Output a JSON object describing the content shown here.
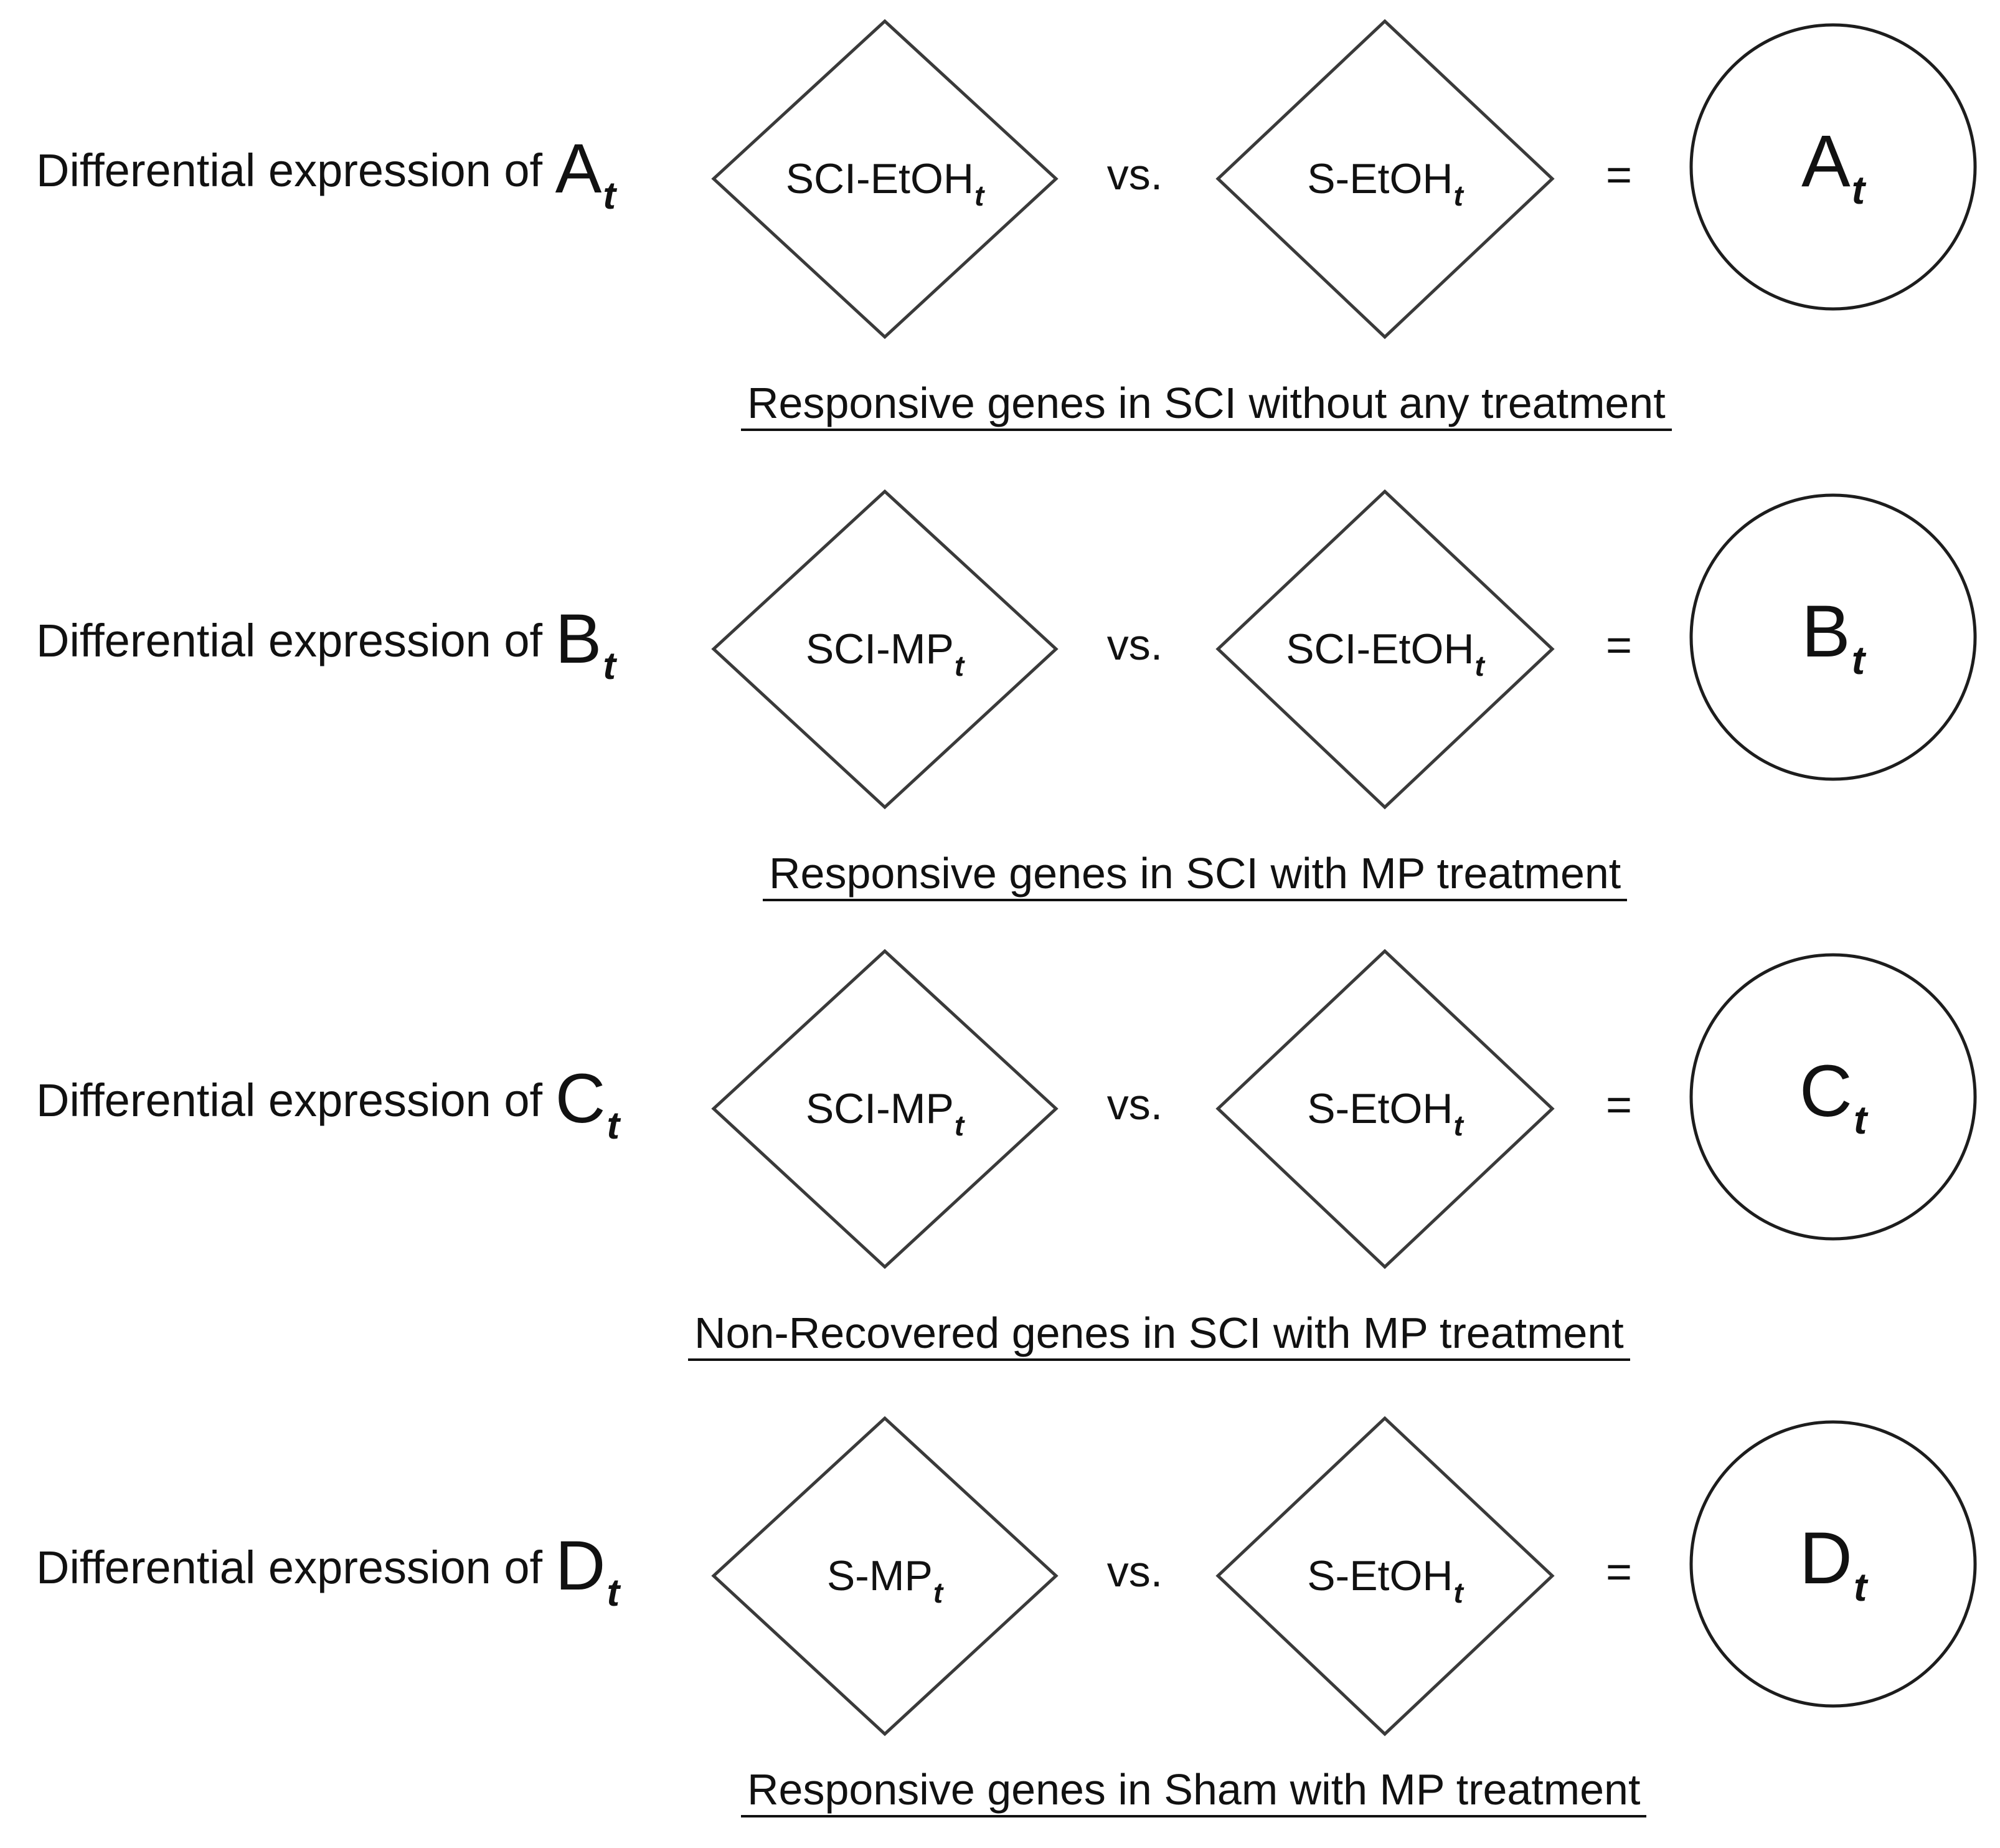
{
  "figure": {
    "background_color": "#ffffff",
    "stroke_color": "#3a3a3a",
    "text_color": "#111111",
    "operator_vs": "vs.",
    "operator_equals": "=",
    "descriptor_prefix": "Differential expression of "
  },
  "rows": [
    {
      "descriptor_prefix": "Differential expression of ",
      "descriptor_symbol": "A",
      "descriptor_subscript": "t",
      "left_shape_label": "SCI-EtOH",
      "left_shape_subscript": "t",
      "operator_vs": "vs.",
      "right_shape_label": "S-EtOH",
      "right_shape_subscript": "t",
      "operator_equals": "=",
      "result_label": "A",
      "result_subscript": "t",
      "caption": "Responsive genes in SCI without any treatment"
    },
    {
      "descriptor_prefix": "Differential expression of ",
      "descriptor_symbol": "B",
      "descriptor_subscript": "t",
      "left_shape_label": "SCI-MP",
      "left_shape_subscript": "t",
      "operator_vs": "vs.",
      "right_shape_label": "SCI-EtOH",
      "right_shape_subscript": "t",
      "operator_equals": "=",
      "result_label": "B",
      "result_subscript": "t",
      "caption": "Responsive genes in SCI with MP treatment"
    },
    {
      "descriptor_prefix": "Differential expression of ",
      "descriptor_symbol": "C",
      "descriptor_subscript": "t",
      "left_shape_label": "SCI-MP",
      "left_shape_subscript": "t",
      "operator_vs": "vs.",
      "right_shape_label": "S-EtOH",
      "right_shape_subscript": "t",
      "operator_equals": "=",
      "result_label": "C",
      "result_subscript": "t",
      "caption": "Non-Recovered genes in SCI with MP treatment"
    },
    {
      "descriptor_prefix": "Differential expression of ",
      "descriptor_symbol": "D",
      "descriptor_subscript": "t",
      "left_shape_label": "S-MP",
      "left_shape_subscript": "t",
      "operator_vs": "vs.",
      "right_shape_label": "S-EtOH",
      "right_shape_subscript": "t",
      "operator_equals": "=",
      "result_label": "D",
      "result_subscript": "t",
      "caption": "Responsive genes in Sham with MP treatment"
    }
  ]
}
